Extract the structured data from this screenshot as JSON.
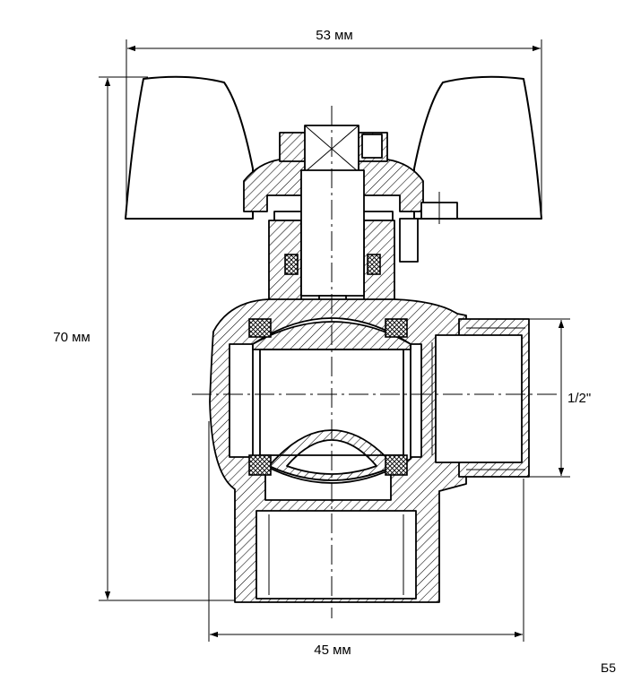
{
  "dimensions": {
    "top_width": "53 мм",
    "height": "70 мм",
    "thread": "1/2\"",
    "bottom_width": "45 мм"
  },
  "corner_mark": "Б5"
}
